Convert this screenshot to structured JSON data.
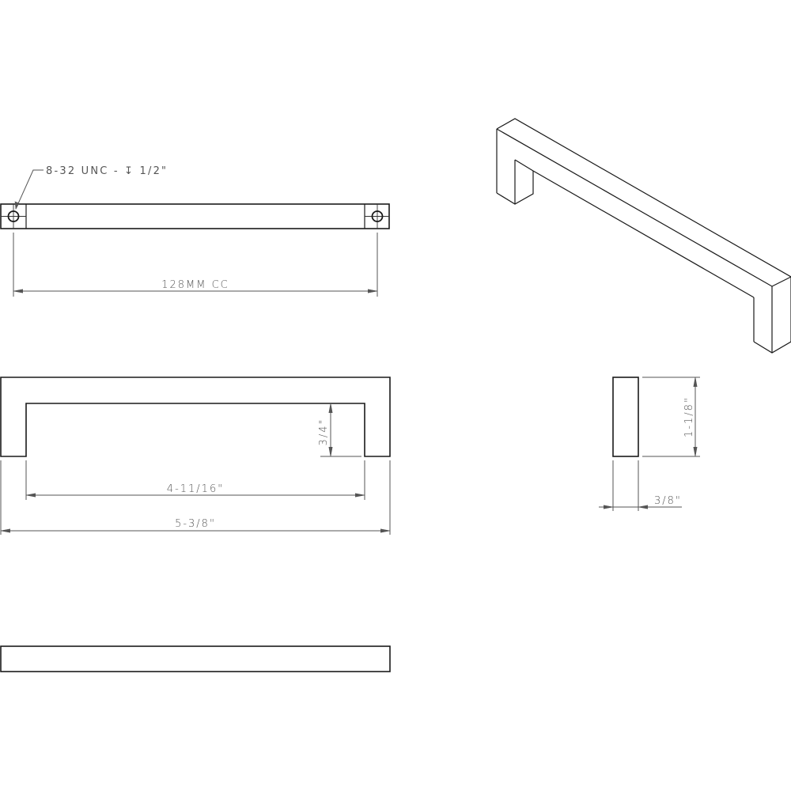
{
  "drawing": {
    "subject": "square cabinet pull",
    "line_color": "#1a1a1a",
    "dimension_color": "#555555",
    "background": "#ffffff"
  },
  "views": {
    "top_view": {
      "note": "8-32 UNC - ↧ 1/2\"",
      "thread_label": "8-32 UNC",
      "depth_symbol": "depth-symbol",
      "depth_value": "1/2\"",
      "center_to_center": "128MM CC"
    },
    "front_view": {
      "projection_depth": "3/4\"",
      "inside_length": "4-11/16\"",
      "overall_length": "5-3/8\""
    },
    "side_view": {
      "height": "1-1/8\"",
      "width": "3/8\""
    },
    "bottom_view": {},
    "isometric_view": {}
  }
}
